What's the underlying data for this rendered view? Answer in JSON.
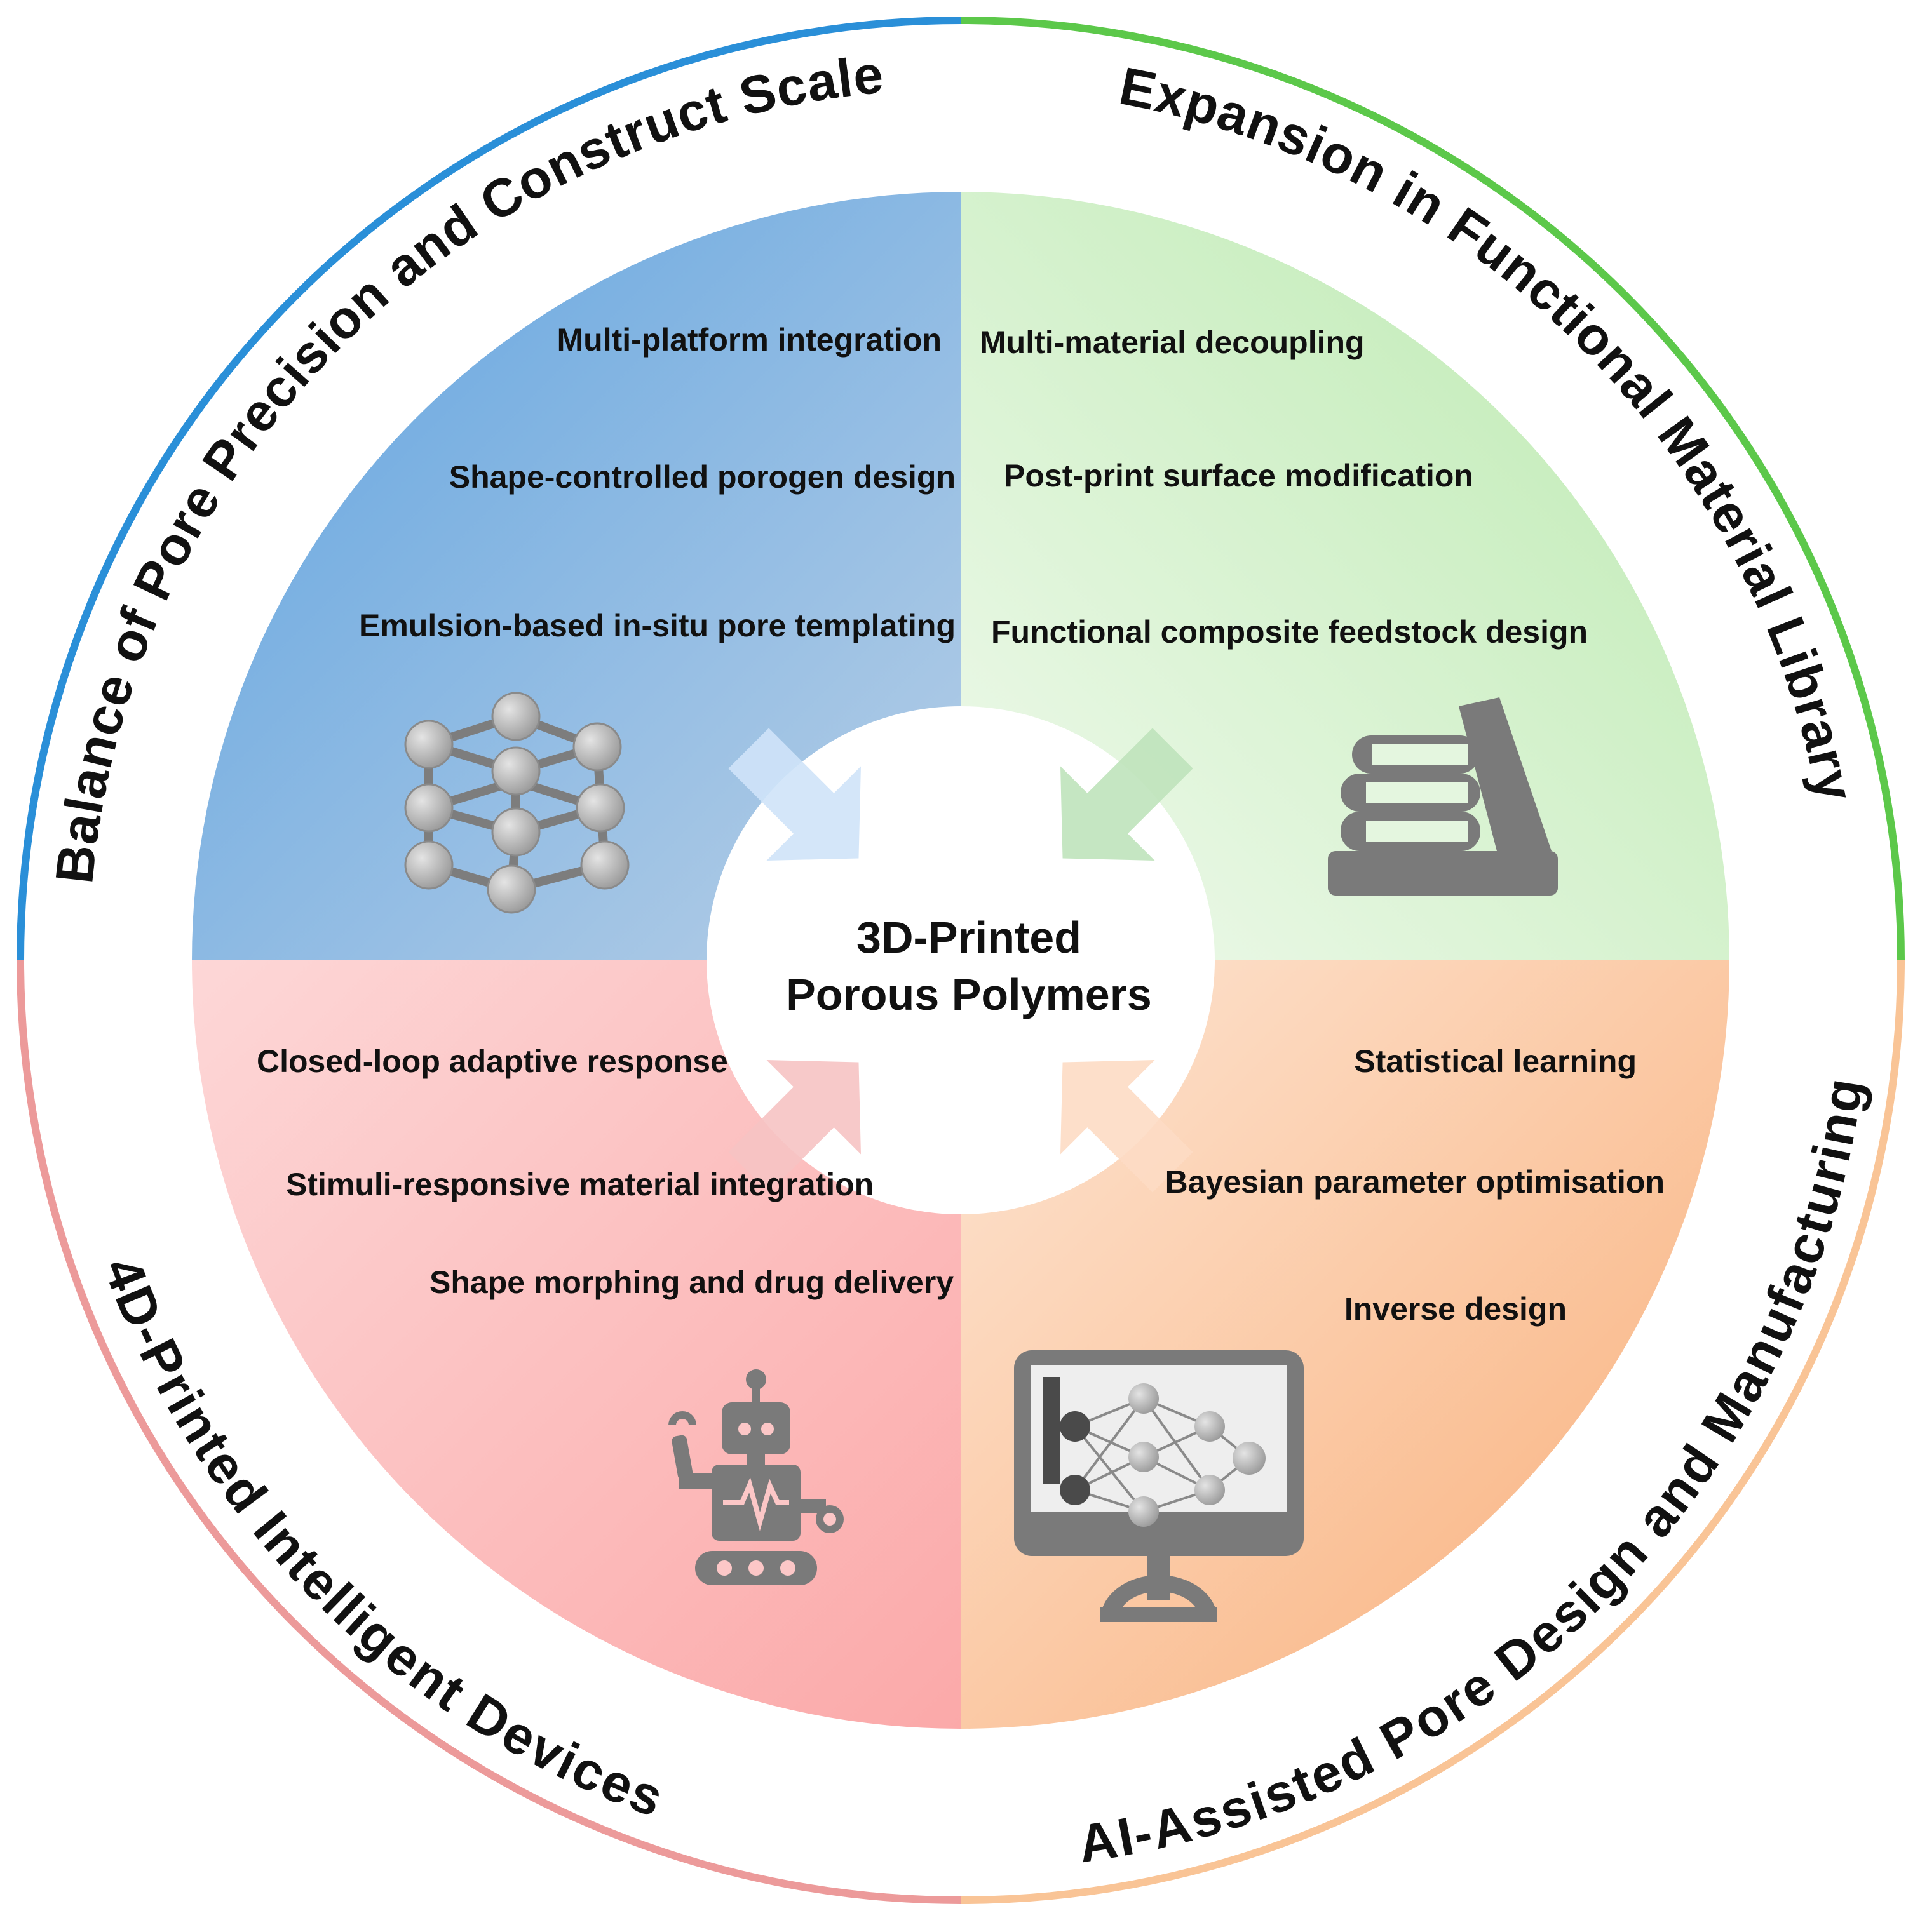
{
  "center": {
    "line1": "3D-Printed",
    "line2": "Porous Polymers"
  },
  "quadrants": [
    {
      "id": "top-left",
      "title": "Balance of Pore Precision and Construct Scale",
      "icon": "lattice-network-icon",
      "color_ring": "#2a8fd8",
      "color_fill": "#7fb0e0",
      "items": [
        "Multi-platform integration",
        "Shape-controlled porogen design",
        "Emulsion-based in-situ pore templating"
      ]
    },
    {
      "id": "top-right",
      "title": "Expansion in Functional Material Library",
      "icon": "books-library-icon",
      "color_ring": "#5cc84a",
      "color_fill": "#c8ecc0",
      "items": [
        "Multi-material decoupling",
        "Post-print surface modification",
        "Functional composite feedstock design"
      ]
    },
    {
      "id": "bottom-left",
      "title": "4D-Printed Intelligent Devices",
      "icon": "robot-icon",
      "color_ring": "#ec9a9a",
      "color_fill": "#fbb8b8",
      "items": [
        "Closed-loop adaptive response",
        "Stimuli-responsive material integration",
        "Shape morphing and drug delivery"
      ]
    },
    {
      "id": "bottom-right",
      "title": "AI-Assisted Pore Design and Manufacturing",
      "icon": "neural-network-monitor-icon",
      "color_ring": "#f9c496",
      "color_fill": "#fbbf94",
      "items": [
        "Statistical learning",
        "Bayesian parameter optimisation",
        "Inverse design"
      ]
    }
  ]
}
